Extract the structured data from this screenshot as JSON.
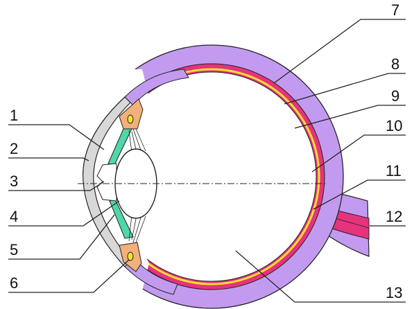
{
  "diagram": {
    "colors": {
      "sclera": "#c29bf0",
      "choroid": "#e5337d",
      "retina": "#f7e22e",
      "cornea": "#d8d8d8",
      "iris": "#4fd7a7",
      "ciliary": "#f2b07a",
      "outline": "#222222"
    },
    "labels": [
      {
        "id": "1",
        "text": "1"
      },
      {
        "id": "2",
        "text": "2"
      },
      {
        "id": "3",
        "text": "3"
      },
      {
        "id": "4",
        "text": "4"
      },
      {
        "id": "5",
        "text": "5"
      },
      {
        "id": "6",
        "text": "6"
      },
      {
        "id": "7",
        "text": "7"
      },
      {
        "id": "8",
        "text": "8"
      },
      {
        "id": "9",
        "text": "9"
      },
      {
        "id": "10",
        "text": "10"
      },
      {
        "id": "11",
        "text": "11"
      },
      {
        "id": "12",
        "text": "12"
      },
      {
        "id": "13",
        "text": "13"
      }
    ]
  }
}
